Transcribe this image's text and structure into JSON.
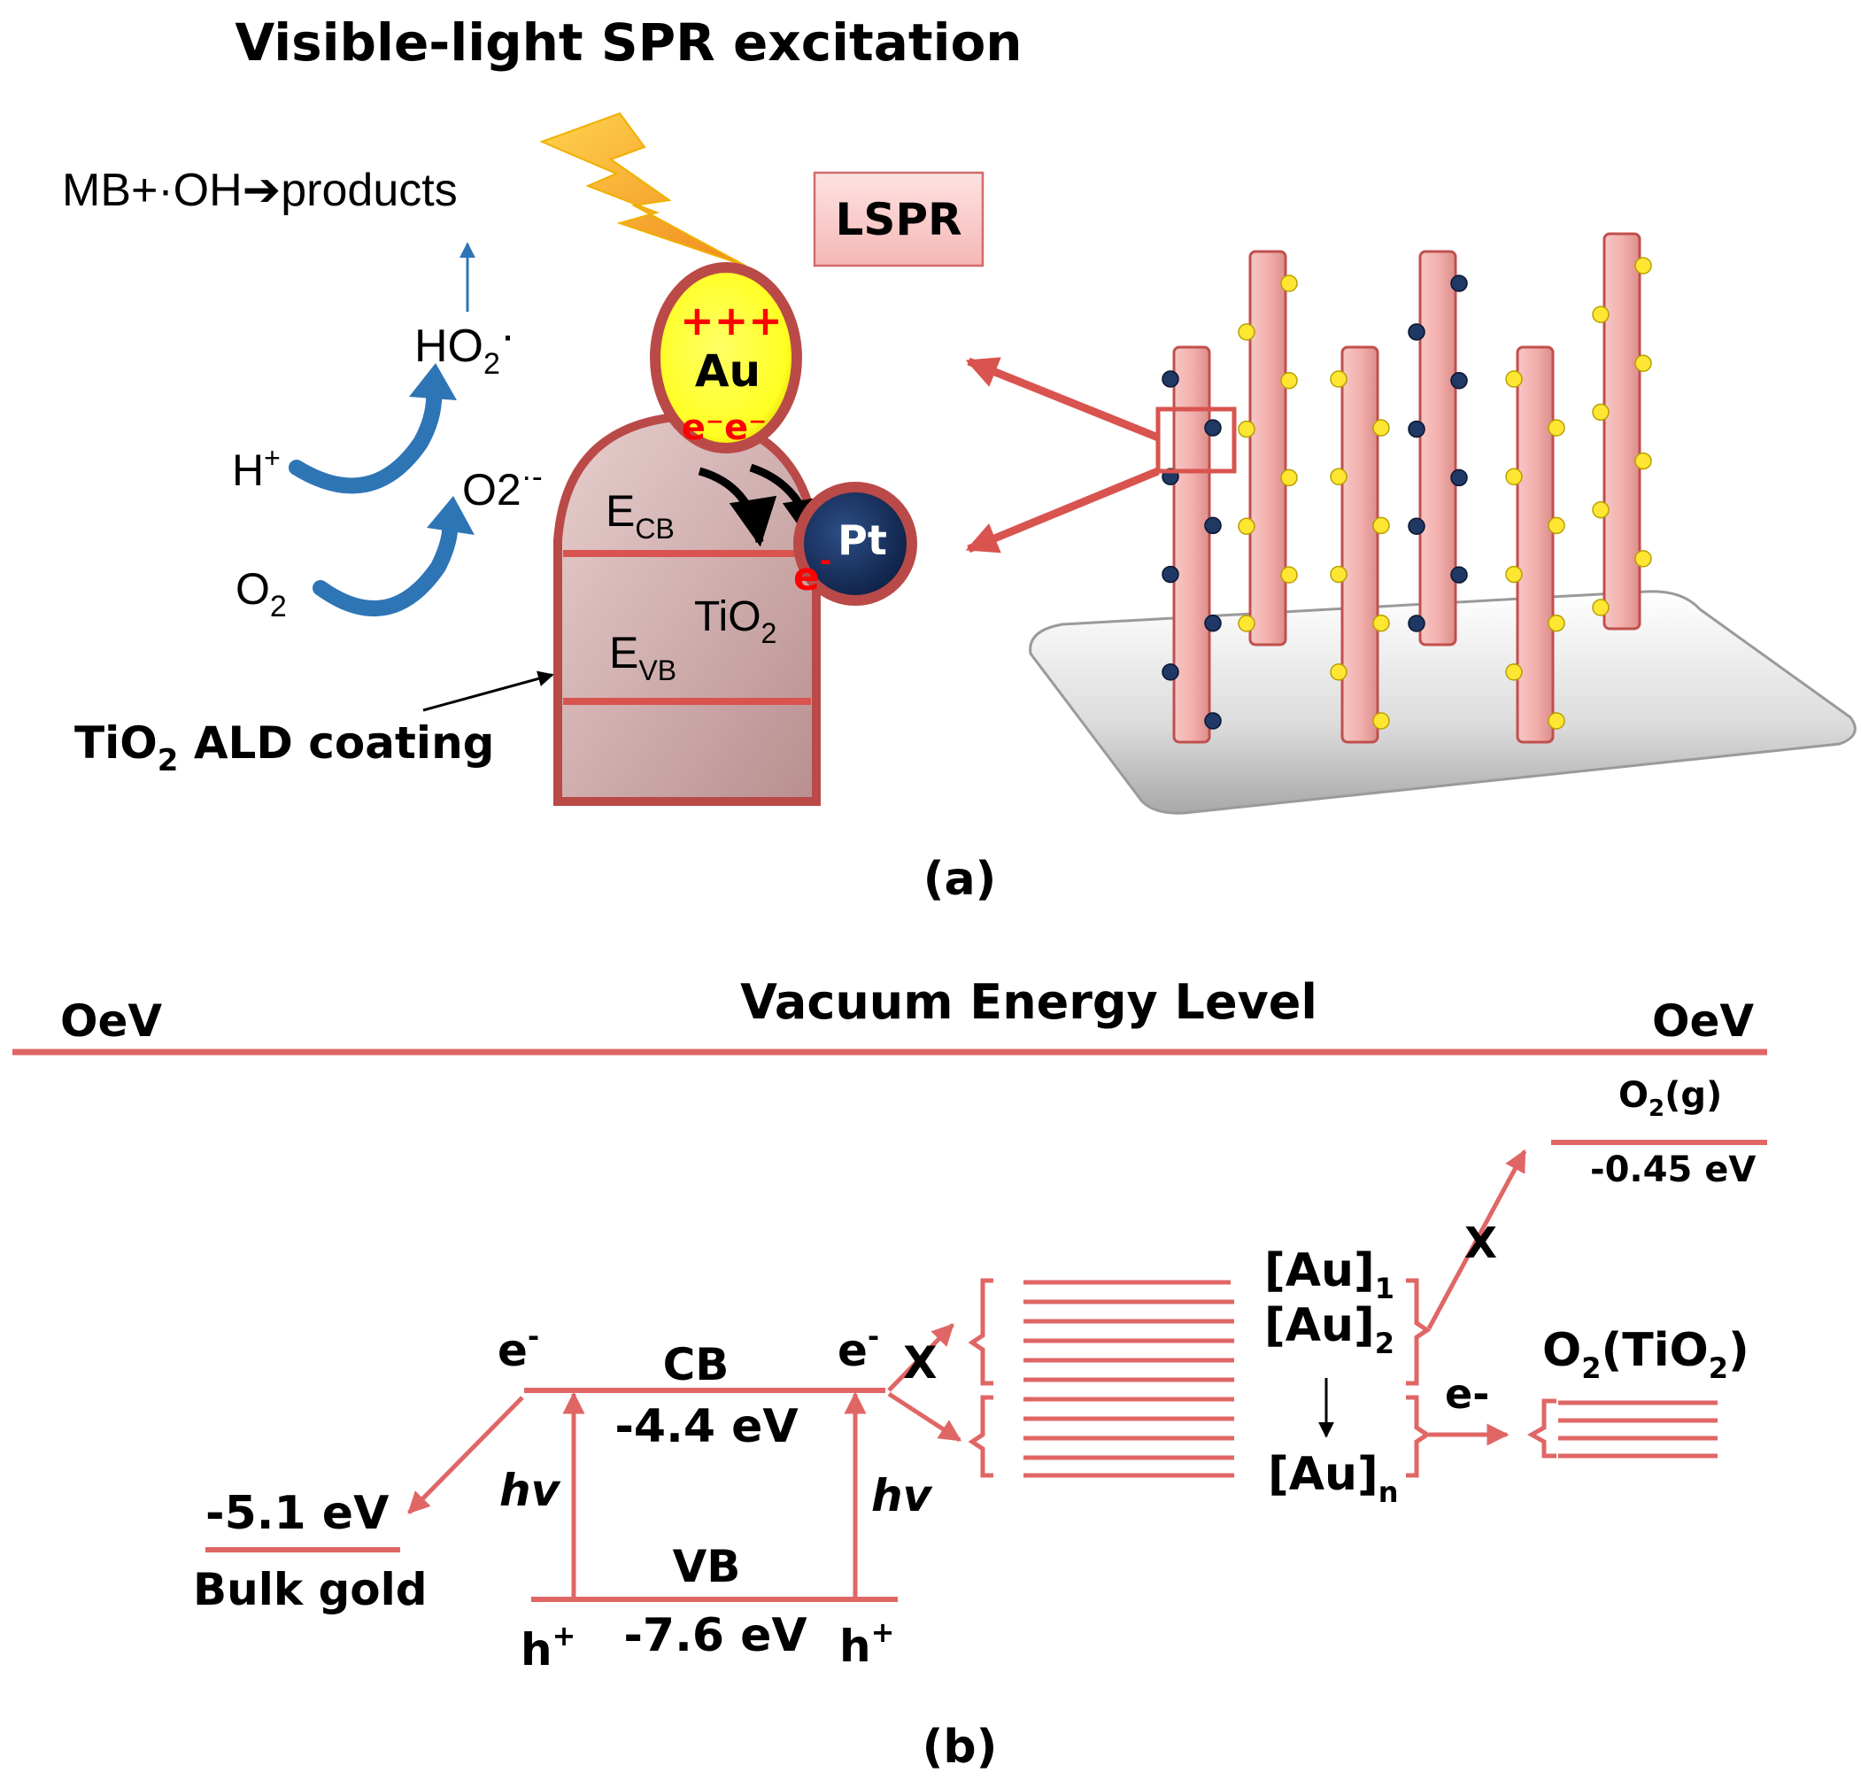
{
  "panel_a": {
    "title": "Visible-light SPR excitation",
    "reaction": "MB+·OH➔products",
    "lspr_label": "LSPR",
    "ho2_label": "HO",
    "ho2_sub": "2",
    "ho2_dot": "·",
    "hplus_label": "H",
    "hplus_sup": "+",
    "o2_radical_label": "O2",
    "o2_radical_sup": "·-",
    "o2_label": "O",
    "o2_sub": "2",
    "au_label": "Au",
    "au_charges": "+++",
    "au_electrons": "e⁻e⁻",
    "pt_label": "Pt",
    "pt_electron": "e",
    "pt_electron_sup": "-",
    "ecb_label": "E",
    "ecb_sub": "CB",
    "evb_label": "E",
    "evb_sub": "VB",
    "tio2_label": "TiO",
    "tio2_sub": "2",
    "coating_label": "TiO",
    "coating_sub": "2",
    "coating_rest": " ALD coating",
    "caption": "(a)",
    "colors": {
      "coating_red": "#c0504d",
      "rod_pink": "#f4b7b5",
      "arrow_blue": "#2e75b6",
      "lightning_orange": "#f7a21b",
      "au_yellow": "#ffff33",
      "pt_navy": "#1f3864"
    }
  },
  "panel_b": {
    "title": "Vacuum Energy Level",
    "zero_left": "OeV",
    "zero_right": "OeV",
    "o2g_label": "O",
    "o2g_sub": "2",
    "o2g_rest": "(g)",
    "o2g_energy": "-0.45 eV",
    "au1_label": "[Au]",
    "au1_sub": "1",
    "au2_label": "[Au]",
    "au2_sub": "2",
    "aun_label": "[Au]",
    "aun_sub": "n",
    "o2tio2_label": "O",
    "o2tio2_sub": "2",
    "o2tio2_mid": "(TiO",
    "o2tio2_sub2": "2",
    "o2tio2_end": ")",
    "electron_left": "e",
    "electron_right": "e",
    "electron_sup": "-",
    "e_minus_label": "e-",
    "x_left": "X",
    "x_right": "X",
    "cb_label": "CB",
    "cb_energy": "-4.4 eV",
    "vb_label": "VB",
    "vb_energy": "-7.6 eV",
    "gold_energy": "-5.1 eV",
    "gold_label": "Bulk gold",
    "hv_label": "hv",
    "hole_label": "h",
    "hole_sup": "+",
    "caption": "(b)",
    "colors": {
      "level_red": "#e06666"
    }
  }
}
